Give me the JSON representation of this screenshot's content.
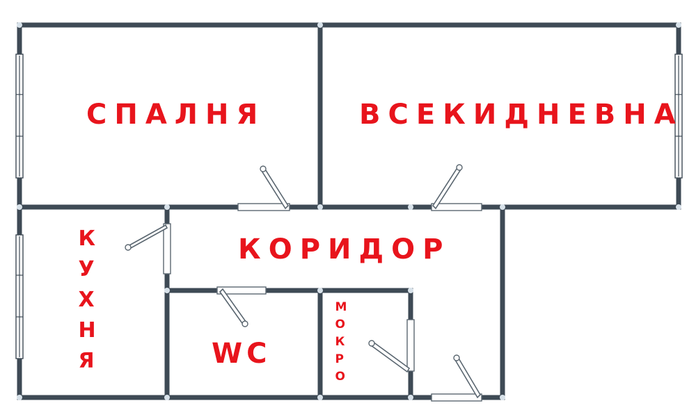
{
  "plan": {
    "label_color": "#e8141c",
    "wall_color": "#3e4a55",
    "rooms": {
      "bedroom": "СПАЛНЯ",
      "living_room": "ВСЕКИДНЕВНА",
      "corridor": "КОРИДОР",
      "kitchen": "КУХНЯ",
      "wc": "WC",
      "wet_room": "МОКРО"
    }
  }
}
